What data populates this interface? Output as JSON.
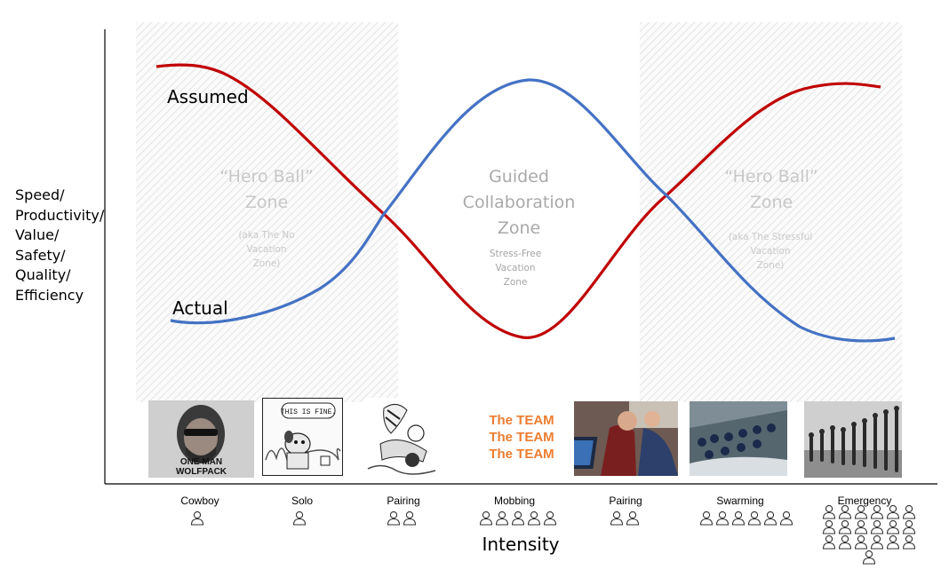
{
  "y_axis": {
    "lines": [
      "Speed/",
      "Productivity/",
      "Value/",
      "Safety/",
      "Quality/",
      "Efficiency"
    ]
  },
  "x_axis": {
    "label": "Intensity"
  },
  "curves": {
    "assumed": {
      "label": "Assumed",
      "color": "#c00000"
    },
    "actual": {
      "label": "Actual",
      "color": "#4472c4"
    }
  },
  "zones": [
    {
      "title": [
        "“Hero Ball”",
        "Zone"
      ],
      "subtitle": [
        "(aka The No",
        "Vacation",
        "Zone)"
      ]
    },
    {
      "title": [
        "Guided",
        "Collaboration",
        "Zone"
      ],
      "subtitle": [
        "Stress-Free",
        "Vacation",
        "Zone"
      ]
    },
    {
      "title": [
        "“Hero Ball”",
        "Zone"
      ],
      "subtitle": [
        "(aka The Stressful",
        "Vacation",
        "Zone)"
      ]
    }
  ],
  "images": [
    {
      "name": "wolfpack-photo",
      "caption": [
        "ONE MAN",
        "WOLFPACK"
      ]
    },
    {
      "name": "this-is-fine-comic",
      "caption": [
        "THIS IS FINE."
      ]
    },
    {
      "name": "calvin-hobbes-comic",
      "caption": []
    },
    {
      "name": "the-team-text-graphic",
      "caption": [
        "The TEAM",
        "The TEAM",
        "The TEAM"
      ],
      "color": "#ed7d31"
    },
    {
      "name": "pair-programming-photo",
      "caption": []
    },
    {
      "name": "sailing-crew-photo",
      "caption": []
    },
    {
      "name": "marching-army-photo",
      "caption": []
    }
  ],
  "categories": [
    {
      "label": "Cowboy",
      "people": 1
    },
    {
      "label": "Solo",
      "people": 1
    },
    {
      "label": "Pairing",
      "people": 2
    },
    {
      "label": "Mobbing",
      "people": 5
    },
    {
      "label": "Pairing",
      "people": 2
    },
    {
      "label": "Swarming",
      "people": 6
    },
    {
      "label": "Emergency",
      "people": 19
    }
  ],
  "icons": {
    "person": "person-outline-icon"
  },
  "hatch_color": "#e2e2e2"
}
